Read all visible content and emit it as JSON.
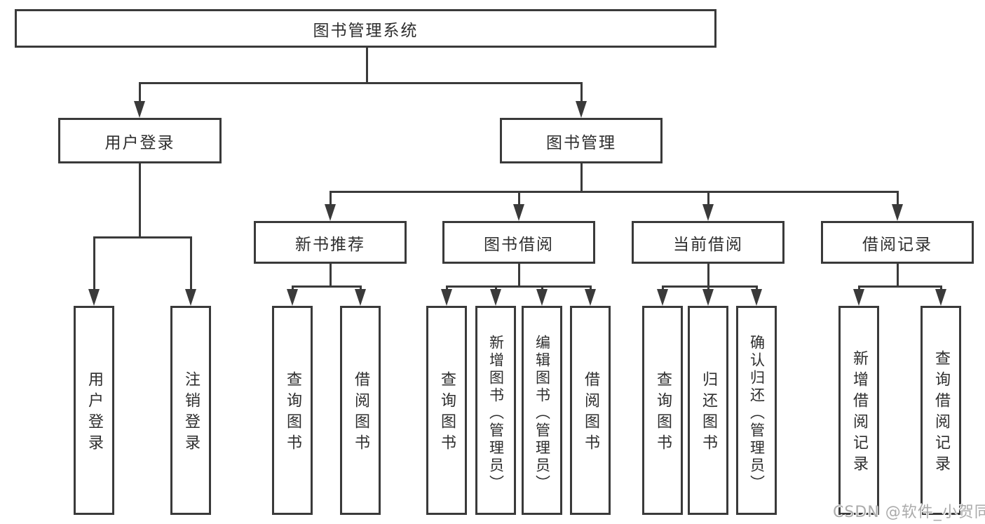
{
  "diagram_title": "图书管理系统",
  "nodes": {
    "root": "图书管理系统",
    "user_login": "用户登录",
    "book_mgmt": "图书管理",
    "new_book_rec": "新书推荐",
    "book_borrow": "图书借阅",
    "current_borrow": "当前借阅",
    "borrow_record": "借阅记录",
    "leaf_user_login": "用户登录",
    "leaf_logout": "注销登录",
    "leaf_query_books_rec": "查询图书",
    "leaf_borrow_books_rec": "借阅图书",
    "leaf_query_books_borrow": "查询图书",
    "leaf_add_books": "新增图书（管理员）",
    "leaf_edit_books": "编辑图书（管理员）",
    "leaf_borrow_books_borrow": "借阅图书",
    "leaf_query_books_current": "查询图书",
    "leaf_return_books": "归还图书",
    "leaf_confirm_return": "确认归还（管理员）",
    "leaf_add_record": "新增借阅记录",
    "leaf_query_record": "查询借阅记录"
  },
  "watermark": "CSDN @软件_小贺同学",
  "colors": {
    "line": "#3a3a3a",
    "text": "#2e2e2e",
    "watermark": "#ababab",
    "background": "#ffffff"
  }
}
